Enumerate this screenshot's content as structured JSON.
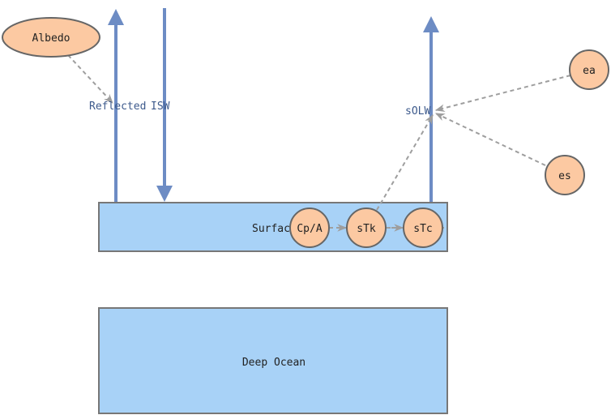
{
  "colors": {
    "flow": "#6d8cc4",
    "box_fill": "#a8d2f7",
    "box_stroke": "#777777",
    "node_fill": "#fcc9a2",
    "node_stroke": "#666666",
    "link": "#9e9e9e",
    "flow_label": "#3d5a8c"
  },
  "stocks": {
    "surface": "Surfac",
    "deep": "Deep Ocean"
  },
  "flows": {
    "reflected": "Reflected",
    "isw": "ISW",
    "solw": "sOLW"
  },
  "variables": {
    "albedo": "Albedo",
    "ea": "ea",
    "es": "es",
    "cpa": "Cp/A",
    "stk": "sTk",
    "stc": "sTc"
  }
}
